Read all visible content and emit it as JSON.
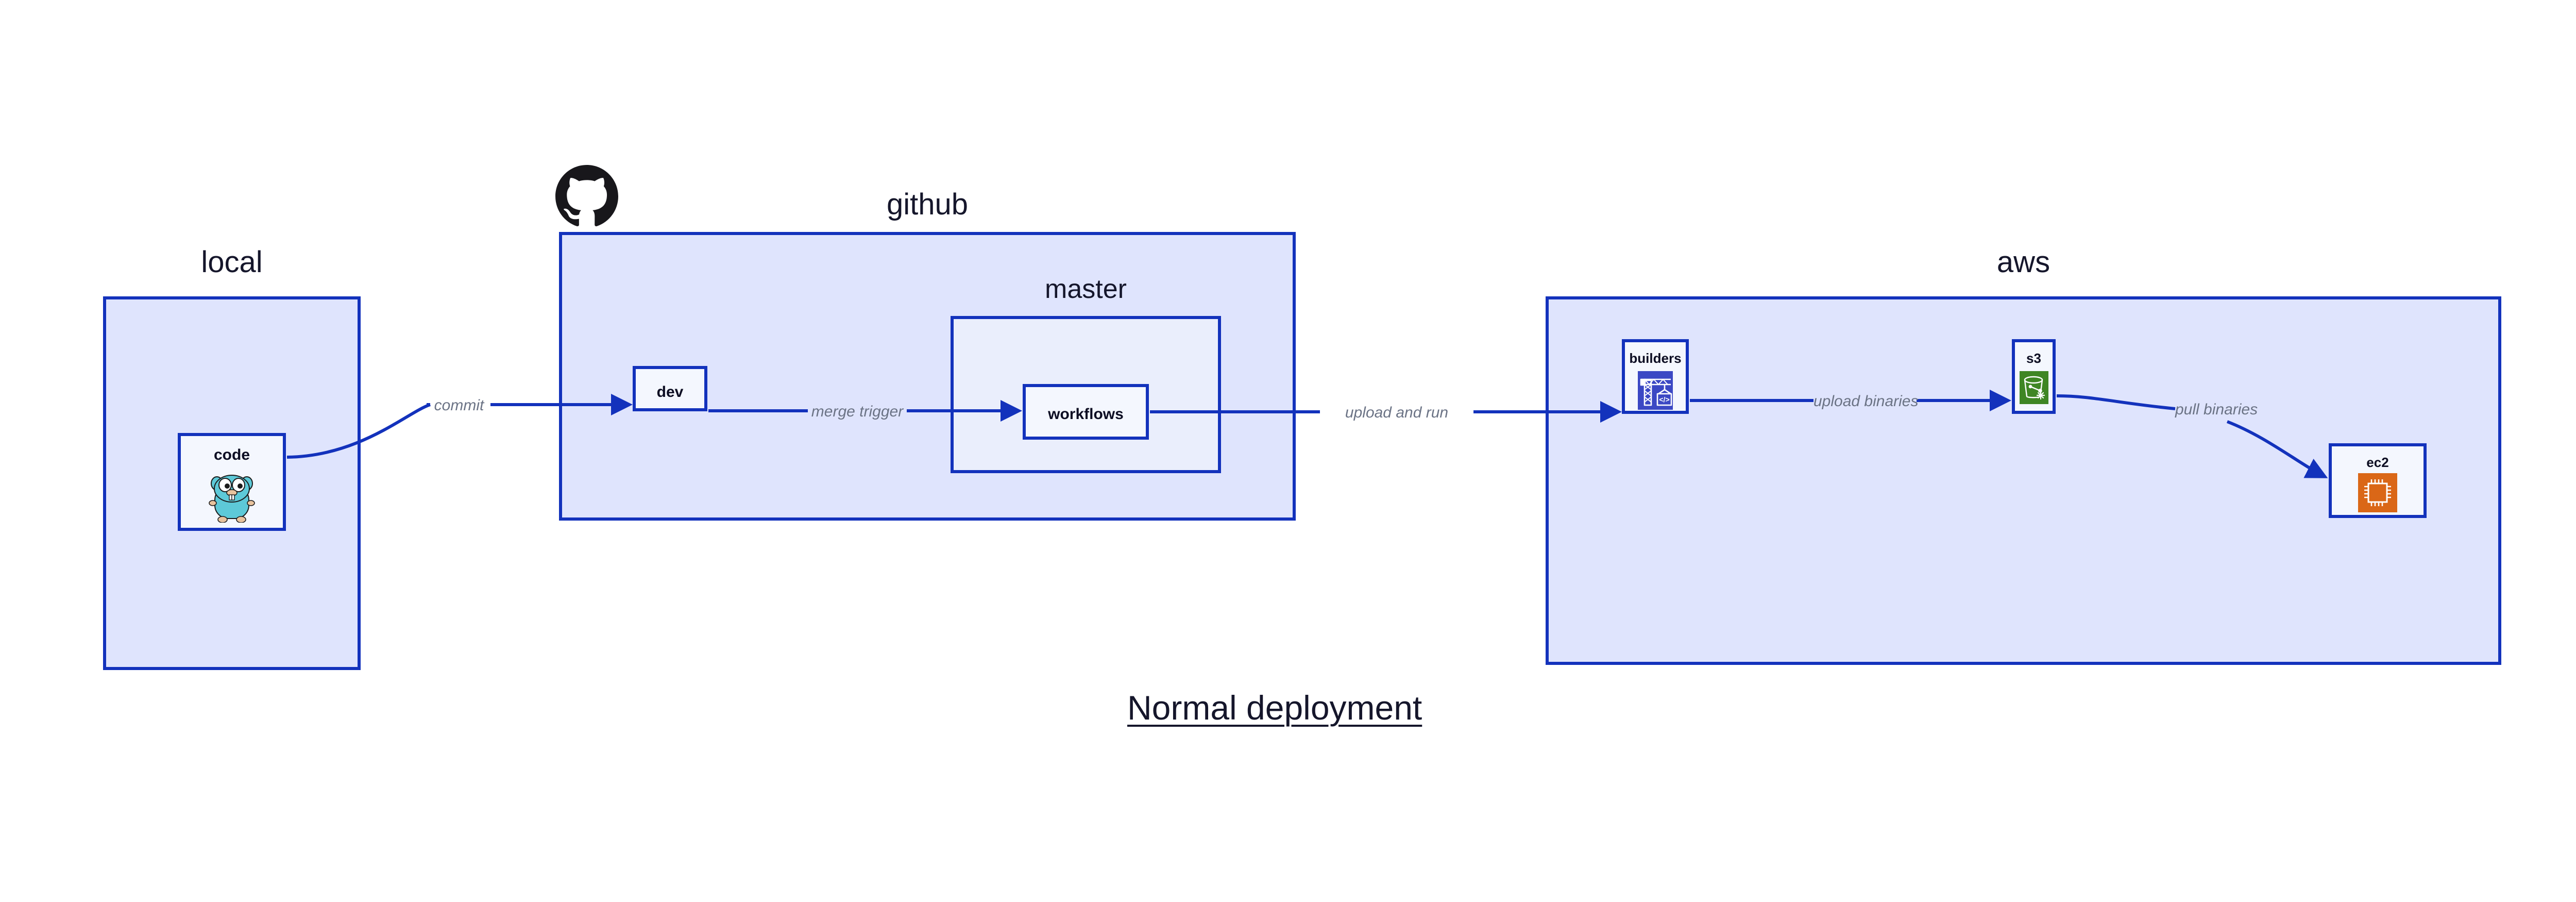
{
  "diagram": {
    "title": "Normal deployment",
    "accent_border": "#1332BC",
    "container_fill": "#DFE4FD",
    "node_fill": "#ECEFFD",
    "label_color": "#15162B",
    "edge_label_color": "#6B7385"
  },
  "containers": [
    {
      "id": "local",
      "label": "local"
    },
    {
      "id": "github",
      "label": "github"
    },
    {
      "id": "aws",
      "label": "aws"
    }
  ],
  "subcontainers": [
    {
      "id": "master",
      "label": "master",
      "parent": "github"
    }
  ],
  "nodes": [
    {
      "id": "code",
      "label": "code",
      "parent": "local",
      "icon": "go-gopher-icon",
      "icon_color": "#5DC9D8"
    },
    {
      "id": "dev",
      "label": "dev",
      "parent": "github",
      "icon": null,
      "icon_color": null
    },
    {
      "id": "workflows",
      "label": "workflows",
      "parent": "master",
      "icon": null,
      "icon_color": null
    },
    {
      "id": "builders",
      "label": "builders",
      "parent": "aws",
      "icon": "aws-builders-icon",
      "icon_color": "#3B48C4"
    },
    {
      "id": "s3",
      "label": "s3",
      "parent": "aws",
      "icon": "aws-s3-icon",
      "icon_color": "#3F8624"
    },
    {
      "id": "ec2",
      "label": "ec2",
      "parent": "aws",
      "icon": "aws-ec2-icon",
      "icon_color": "#DA6717"
    }
  ],
  "edges": [
    {
      "id": "commit",
      "from": "code",
      "to": "dev",
      "label": "commit"
    },
    {
      "id": "merge-trigger",
      "from": "dev",
      "to": "workflows",
      "label": "merge trigger"
    },
    {
      "id": "upload-and-run",
      "from": "workflows",
      "to": "builders",
      "label": "upload and run"
    },
    {
      "id": "upload-binaries",
      "from": "builders",
      "to": "s3",
      "label": "upload binaries"
    },
    {
      "id": "pull-binaries",
      "from": "s3",
      "to": "ec2",
      "label": "pull binaries"
    }
  ],
  "logos": [
    {
      "id": "github-logo",
      "name": "github-octocat-icon",
      "color": "#18171B"
    }
  ]
}
